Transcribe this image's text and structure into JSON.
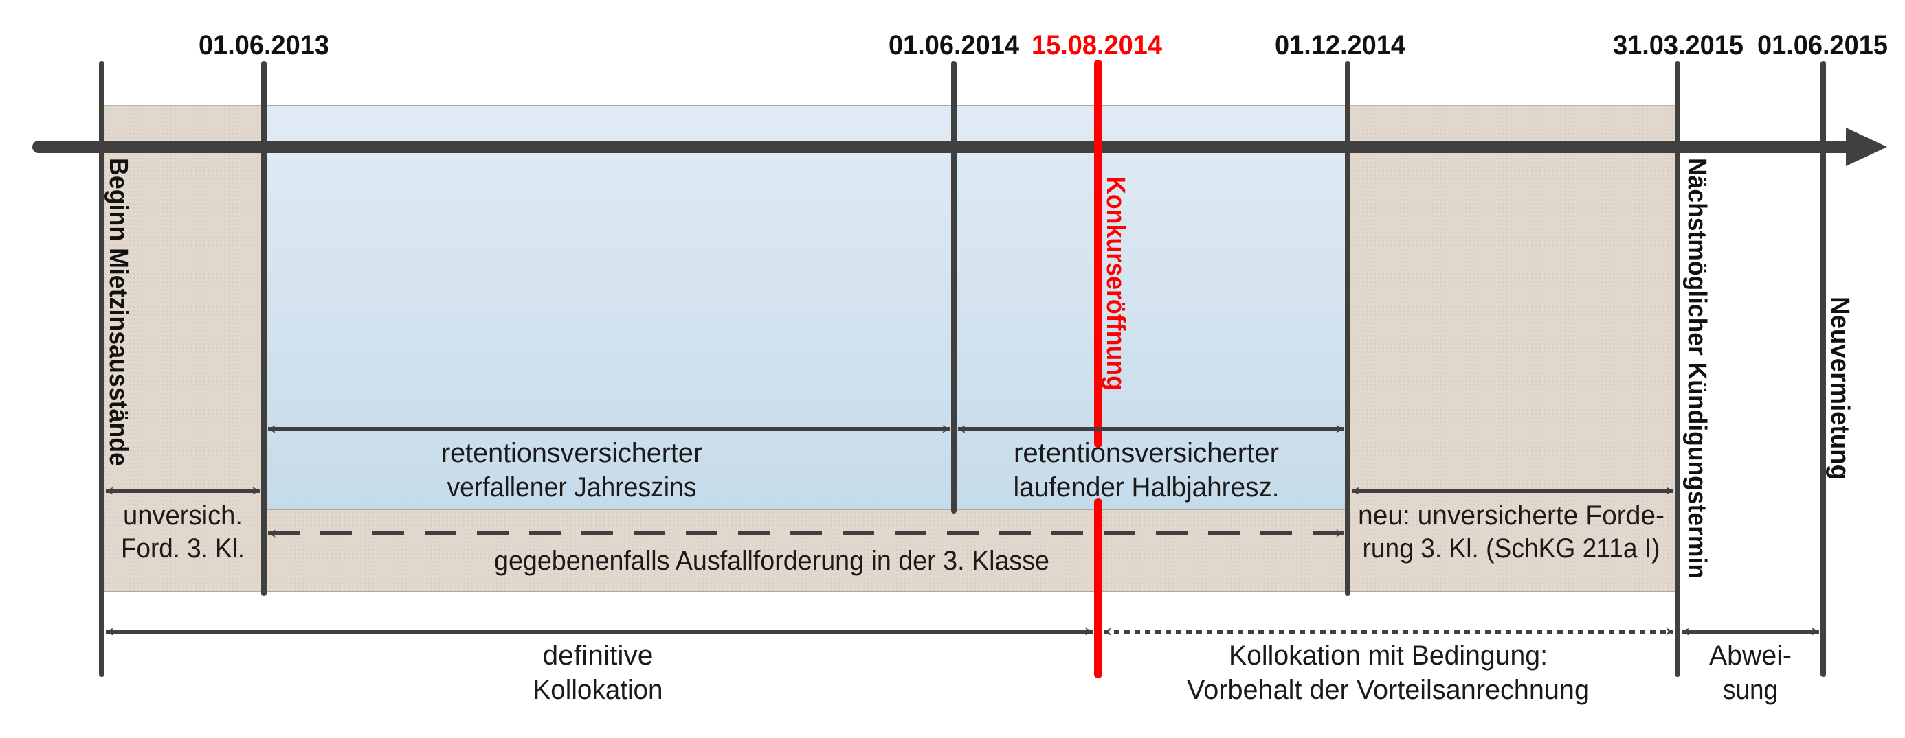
{
  "colors": {
    "line": "#404040",
    "highlight": "#ff0000",
    "tan": "#e2d8ce",
    "blue_top": "#e1ebf4",
    "blue_bottom": "#c6dbea"
  },
  "dates": {
    "d1": "01.06.2013",
    "d2": "01.06.2014",
    "d3": "15.08.2014",
    "d4": "01.12.2014",
    "d5": "31.03.2015",
    "d6": "01.06.2015"
  },
  "vertical_labels": {
    "beginn": "Beginn Mietzinsausstände",
    "konkurs": "Konkurseröffnung",
    "kuendigung": "Nächstmöglicher Kündigungstermin",
    "neuvermietung": "Neuvermietung"
  },
  "spans": {
    "jahreszins": [
      "retentionsversicherter",
      "verfallener Jahreszins"
    ],
    "halbjahreszins": [
      "retentionsversicherter",
      "laufender Halbjahresz."
    ],
    "unversichert": [
      "unversich.",
      "Ford. 3. Kl."
    ],
    "ausfall": "gegebenenfalls Ausfallforderung in der 3. Klasse",
    "neu_forderung": [
      "neu: unversicherte Forde-",
      "rung 3. Kl. (SchKG 211a I)"
    ],
    "definitiv": [
      "definitive",
      "Kollokation"
    ],
    "bedingung": [
      "Kollokation mit Bedingung:",
      "Vorbehalt der Vorteilsanrechnung"
    ],
    "abweisung": [
      "Abwei-",
      "sung"
    ]
  }
}
